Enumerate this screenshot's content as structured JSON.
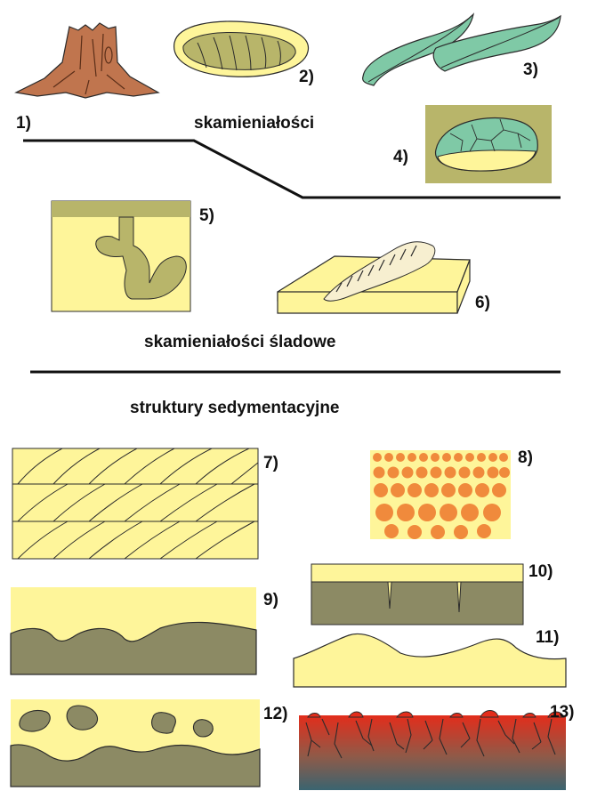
{
  "labels": {
    "n1": "1)",
    "n2": "2)",
    "n3": "3)",
    "n4": "4)",
    "n5": "5)",
    "n6": "6)",
    "n7": "7)",
    "n8": "8)",
    "n9": "9)",
    "n10": "10)",
    "n11": "11)",
    "n12": "12)",
    "n13": "13)"
  },
  "titles": {
    "fossils": "skamieniałości",
    "trace_fossils": "skamieniałości śladowe",
    "sedimentary_structures": "struktury sedymentacyjne"
  },
  "colors": {
    "sand": "#fef59a",
    "mud": "#8c8a64",
    "olive": "#b8b56a",
    "teal": "#7fc9a6",
    "wood": "#c0754e",
    "orange": "#f08a3c",
    "red": "#e32d1b",
    "dark": "#2b2b2b"
  }
}
